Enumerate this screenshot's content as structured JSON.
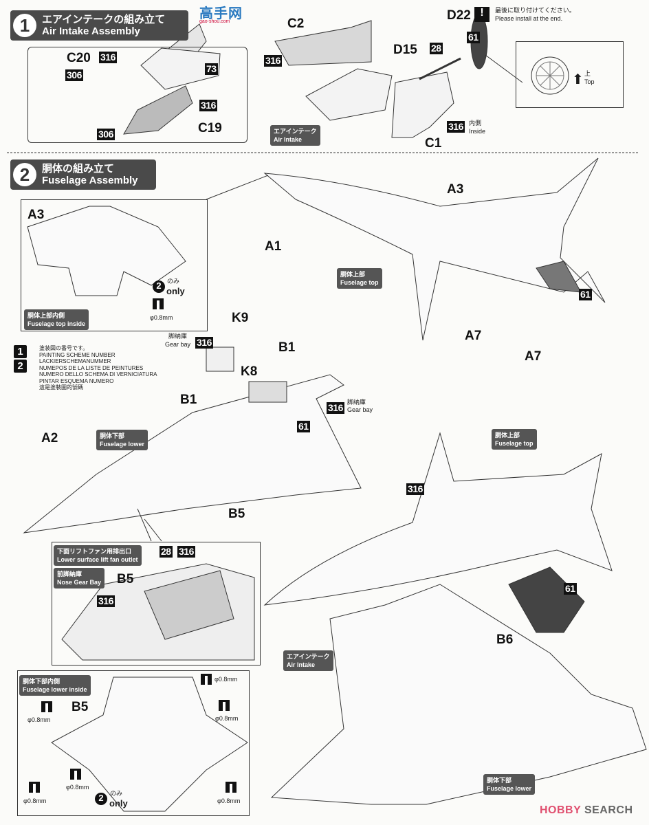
{
  "watermarks": {
    "top_left": "高手网",
    "top_left_url": "gao-shou.com",
    "bottom_right_prefix": "HOBBY",
    "bottom_right_suffix": "SEARCH"
  },
  "step1": {
    "number": "1",
    "title_jp": "エアインテークの組み立て",
    "title_en": "Air Intake Assembly",
    "parts": [
      "C2",
      "C20",
      "C19",
      "D22",
      "D15",
      "C1"
    ],
    "paints": [
      "316",
      "306",
      "73",
      "316",
      "306",
      "316",
      "28",
      "61",
      "316"
    ],
    "note_jp": "最後に取り付けてください。",
    "note_en": "Please install at the end.",
    "top_jp": "上",
    "top_en": "Top",
    "inside_jp": "内側",
    "inside_en": "Inside",
    "tag_air_intake_jp": "エアインテーク",
    "tag_air_intake_en": "Air Intake"
  },
  "step2": {
    "number": "2",
    "title_jp": "胴体の組み立て",
    "title_en": "Fuselage Assembly",
    "parts": [
      "A3",
      "A3",
      "A1",
      "A7",
      "A7",
      "K9",
      "B1",
      "K8",
      "B1",
      "A2",
      "B5",
      "B5",
      "B6",
      "B5"
    ],
    "paints": [
      "61",
      "316",
      "316",
      "61",
      "316",
      "28",
      "316",
      "316",
      "61"
    ],
    "tags": {
      "top_inside_jp": "胴体上部内側",
      "top_inside_en": "Fuselage top inside",
      "top_jp": "胴体上部",
      "top_en": "Fuselage top",
      "lower_jp": "胴体下部",
      "lower_en": "Fuselage lower",
      "lift_fan_jp": "下面リフトファン用排出口",
      "lift_fan_en": "Lower surface lift fan outlet",
      "nose_gear_jp": "前脚納庫",
      "nose_gear_en": "Nose Gear Bay",
      "top2_jp": "胴体上部",
      "top2_en": "Fuselage top",
      "air_intake_jp": "エアインテーク",
      "air_intake_en": "Air Intake",
      "lower_inside_jp": "胴体下部内側",
      "lower_inside_en": "Fuselage lower inside",
      "lower2_jp": "胴体下部",
      "lower2_en": "Fuselage lower"
    },
    "gear_bay_jp": "脚納庫",
    "gear_bay_en": "Gear bay",
    "only_jp": "のみ",
    "only_en": "only",
    "drill_size": "φ0.8mm"
  },
  "legend": {
    "numbers": [
      "1",
      "2"
    ],
    "lines": [
      "塗装図の番号です。",
      "PAINTING SCHEME NUMBER",
      "LACKIERSCHEMANUMMER",
      "NUMEPOS DE LA LISTE DE PEINTURES",
      "NUMERO DELLO SCHEMA DI VERNICIATURA",
      "PINTAR ESQUEMA NUMERO",
      "這是塗裝圖的號碼"
    ]
  }
}
